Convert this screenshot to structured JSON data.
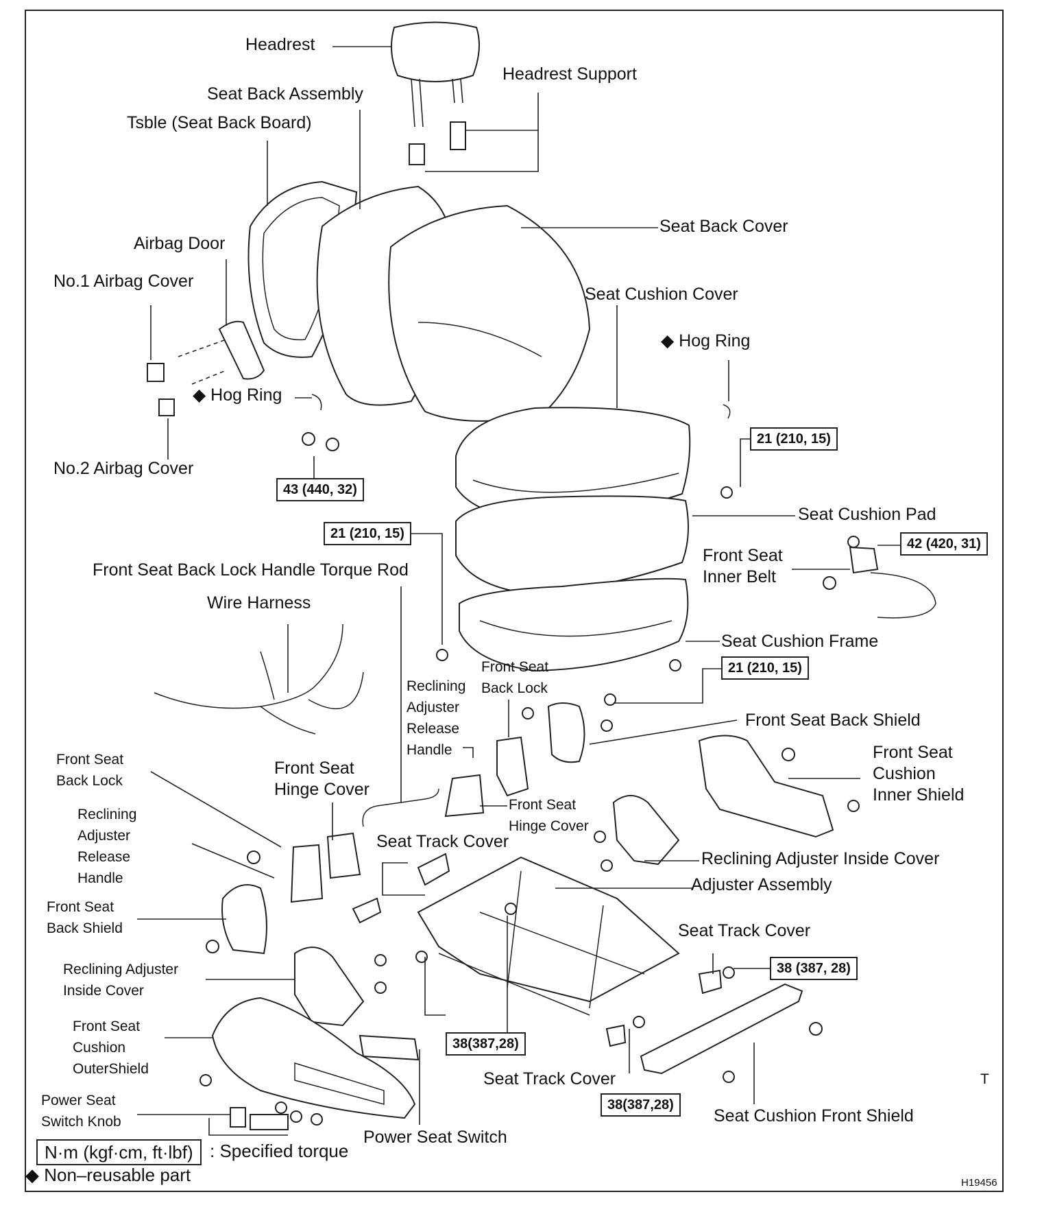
{
  "labels": {
    "headrest": "Headrest",
    "headrest_support": "Headrest Support",
    "seat_back_assembly": "Seat Back Assembly",
    "tsble": "Tsble (Seat Back Board)",
    "seat_back_cover": "Seat Back Cover",
    "airbag_door": "Airbag Door",
    "no1_airbag_cover": "No.1 Airbag Cover",
    "seat_cushion_cover": "Seat Cushion Cover",
    "hog_ring_right": "◆ Hog Ring",
    "hog_ring_left": "◆ Hog Ring",
    "no2_airbag_cover": "No.2 Airbag Cover",
    "seat_cushion_pad": "Seat Cushion Pad",
    "front_seat_inner_belt": "Front Seat\nInner Belt",
    "back_lock_handle_torque_rod": "Front Seat Back Lock Handle Torque Rod",
    "wire_harness": "Wire Harness",
    "seat_cushion_frame": "Seat Cushion Frame",
    "front_seat_back_lock_center": "Front Seat\nBack Lock",
    "reclining_release_handle_center": "Reclining\nAdjuster\nRelease\nHandle",
    "front_seat_back_shield_right": "Front Seat Back Shield",
    "front_seat_back_lock_left": "Front Seat\nBack Lock",
    "front_seat_hinge_cover_left": "Front Seat\nHinge Cover",
    "front_seat_cushion_inner_shield": "Front Seat\nCushion\nInner Shield",
    "reclining_release_handle_left": "Reclining\nAdjuster\nRelease\nHandle",
    "front_seat_hinge_cover_center": "Front Seat\nHinge Cover",
    "seat_track_cover_top": "Seat Track Cover",
    "reclining_inside_cover_right": "Reclining Adjuster Inside Cover",
    "adjuster_assembly": "Adjuster Assembly",
    "front_seat_back_shield_left": "Front Seat\nBack Shield",
    "seat_track_cover_right": "Seat Track Cover",
    "reclining_inside_cover_left": "Reclining Adjuster\nInside Cover",
    "front_seat_cushion_outer_shield": "Front Seat\nCushion\nOuterShield",
    "seat_track_cover_bottom": "Seat Track Cover",
    "power_seat_switch_knob": "Power Seat\nSwitch Knob",
    "seat_cushion_front_shield": "Seat Cushion Front Shield",
    "power_seat_switch": "Power Seat Switch"
  },
  "torques": {
    "t1": "21 (210, 15)",
    "t2": "43 (440, 32)",
    "t3": "21 (210, 15)",
    "t4": "42 (420, 31)",
    "t5": "21 (210, 15)",
    "t6": "38 (387, 28)",
    "t7": "38(387,28)",
    "t8": "38(387,28)"
  },
  "legend": {
    "unit": "N·m (kgf·cm, ft·lbf)",
    "specified": ": Specified torque",
    "nonreusable": "◆ Non–reusable part"
  },
  "marker_t": "T",
  "figure_code": "H19456"
}
